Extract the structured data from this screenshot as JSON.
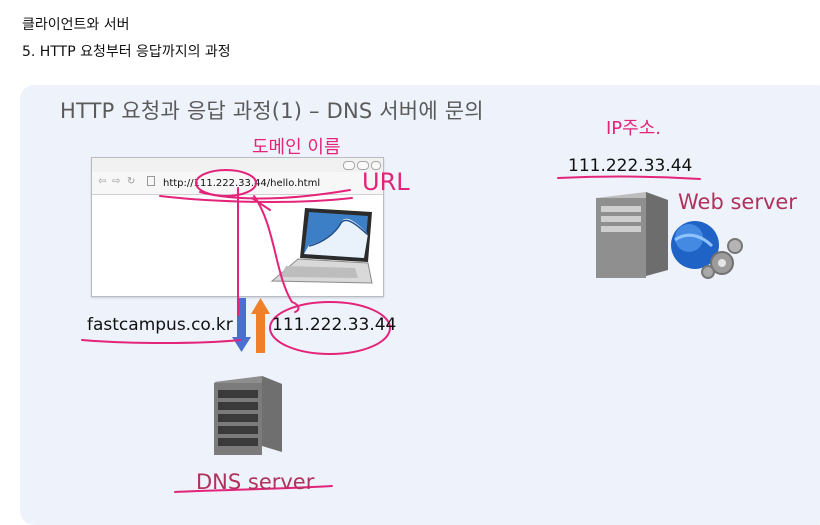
{
  "header": {
    "line1": "클라이언트와 서버",
    "line2": "5. HTTP 요청부터 응답까지의 과정"
  },
  "slide": {
    "title": "HTTP 요청과 응답 과정(1) – DNS 서버에 문의",
    "browser": {
      "url": "http://111.222.33.44/hello.html",
      "nav_icons": [
        "back-icon",
        "forward-icon",
        "reload-icon",
        "page-icon"
      ]
    },
    "domain_text": "fastcampus.co.kr",
    "dns_response_ip": "111.222.33.44",
    "web_server_ip": "111.222.33.44",
    "web_server_label": "Web server",
    "dns_server_label": "DNS server",
    "icons": [
      "laptop-icon",
      "web-server-icon",
      "globe-gear-icon",
      "dns-server-icon"
    ]
  },
  "annotations": {
    "url_note": "URL",
    "domain_note": "도메인 이름",
    "public_ip_note": "IP주소."
  },
  "colors": {
    "slide_bg": "#eef3fb",
    "accent_red": "#b0325c",
    "pen_magenta": "#e4247a",
    "arrow_blue": "#4a6fd1",
    "arrow_orange": "#f07f2a"
  }
}
